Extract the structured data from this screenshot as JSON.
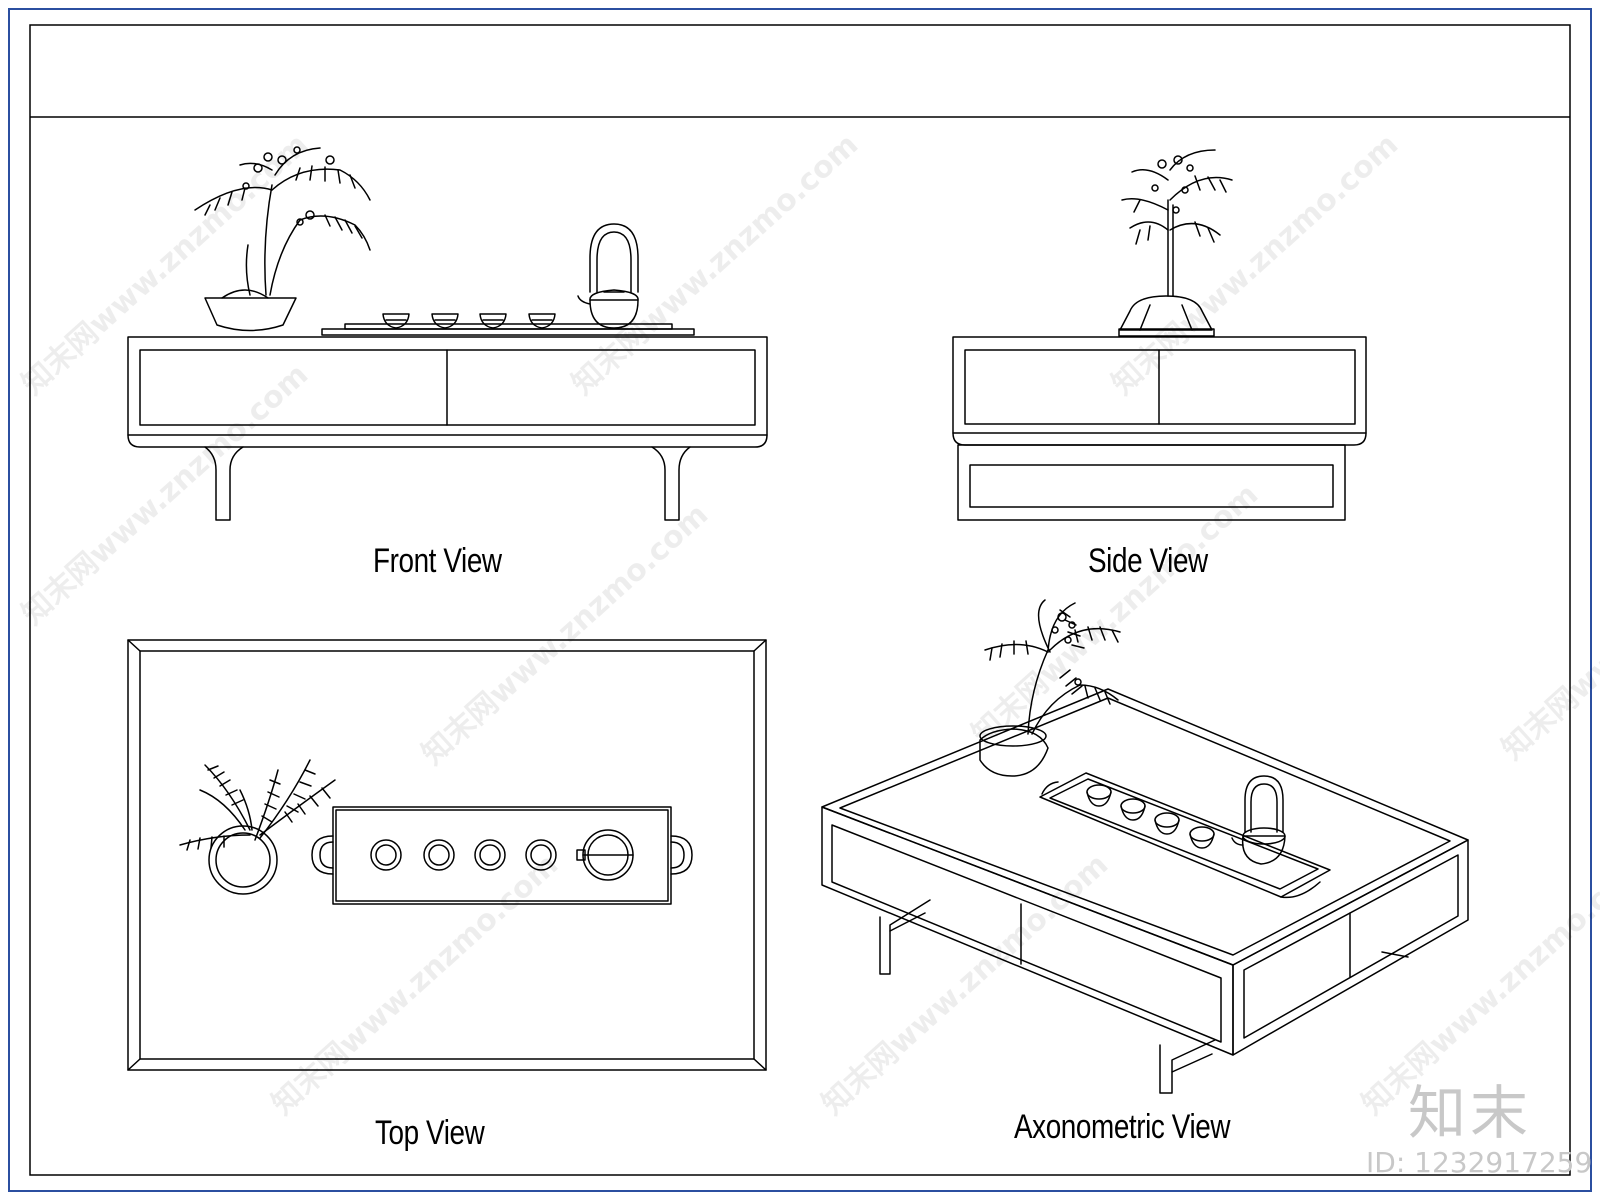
{
  "views": {
    "front": "Front View",
    "side": "Side View",
    "top": "Top View",
    "axonometric": "Axonometric View"
  },
  "branding": {
    "logo_text": "知末",
    "image_id": "ID: 1232917259"
  },
  "watermark": {
    "text": "知末网www.znzmo.com"
  },
  "colors": {
    "frame_outer": "#2b4fa0",
    "line": "#000000",
    "watermark": "#c8c8c8"
  }
}
